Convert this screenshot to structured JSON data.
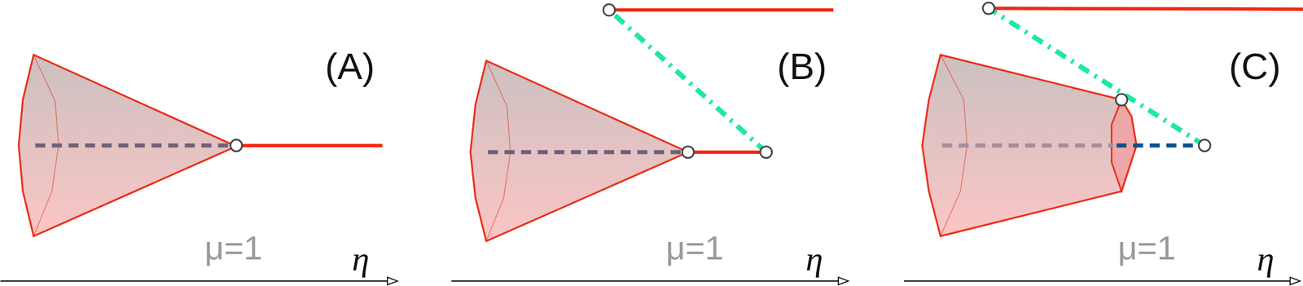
{
  "diagram": {
    "labels": [
      "(A)",
      "μ=1",
      "η",
      "(B)",
      "μ=1",
      "η",
      "(C)",
      "μ=1",
      "η"
    ]
  }
}
